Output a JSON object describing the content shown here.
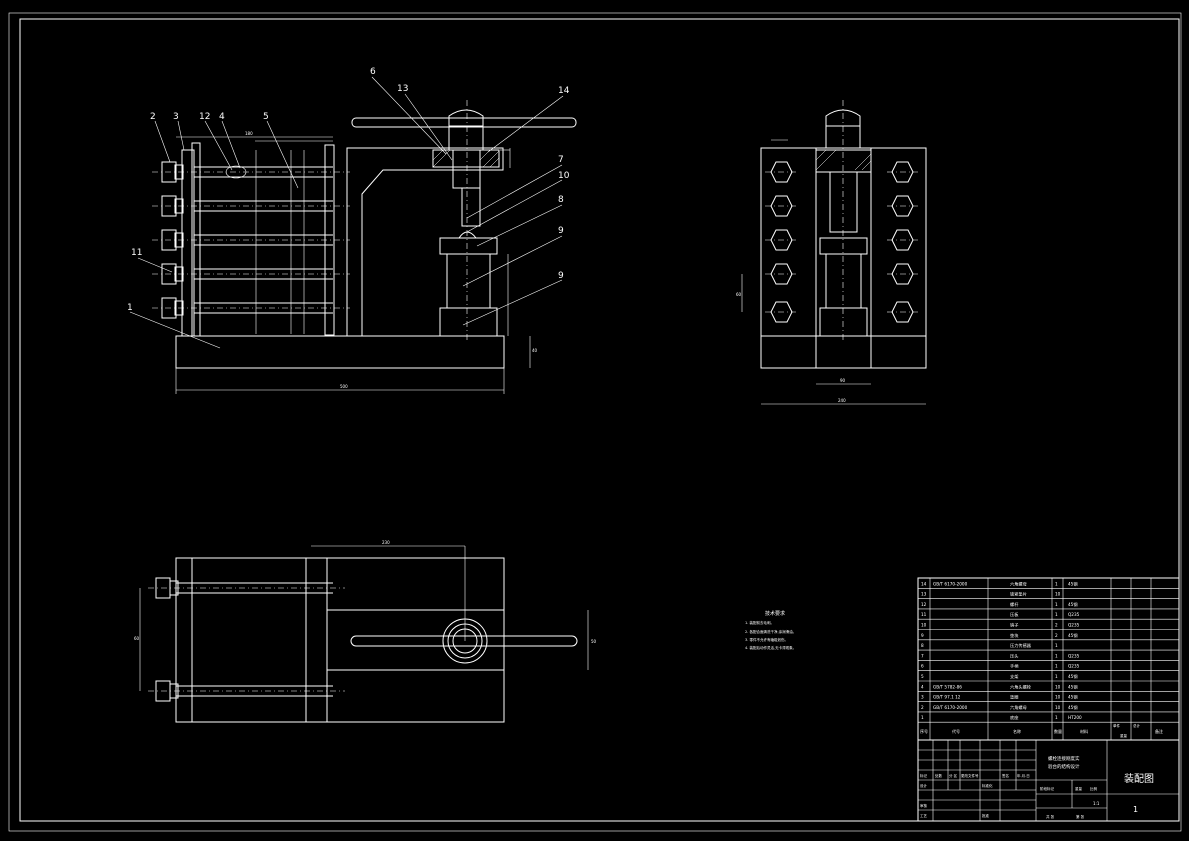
{
  "drawing": {
    "title": "装配图",
    "sheet_number": "1",
    "scale": "1:1"
  },
  "balloons": [
    "1",
    "2",
    "3",
    "4",
    "5",
    "6",
    "7",
    "8",
    "9",
    "9",
    "10",
    "11",
    "12",
    "13",
    "14"
  ],
  "technical_requirements": {
    "title": "技术要求",
    "lines": [
      "1. 装配前去毛刺。",
      "2. 各配合面清洗干净,涂润滑油。",
      "3. 零件不允许有磕碰划伤。",
      "4. 装配后动作灵活,无卡滞现象。"
    ]
  },
  "bom": {
    "header": [
      "序号",
      "代号",
      "名称",
      "数量",
      "材料",
      "单件",
      "总计",
      "备注"
    ],
    "header_sub": "重量",
    "rows": [
      {
        "no": "14",
        "code": "GB/T 6170-2000",
        "name": "六角螺母",
        "qty": "1",
        "material": "45钢"
      },
      {
        "no": "13",
        "code": "",
        "name": "锁紧垫片",
        "qty": "10",
        "material": ""
      },
      {
        "no": "12",
        "code": "",
        "name": "螺杆",
        "qty": "1",
        "material": "45钢"
      },
      {
        "no": "11",
        "code": "",
        "name": "压板",
        "qty": "1",
        "material": "Q235"
      },
      {
        "no": "10",
        "code": "",
        "name": "销子",
        "qty": "2",
        "material": "Q235"
      },
      {
        "no": "9",
        "code": "",
        "name": "垫块",
        "qty": "2",
        "material": "45钢"
      },
      {
        "no": "8",
        "code": "",
        "name": "压力传感器",
        "qty": "1",
        "material": ""
      },
      {
        "no": "7",
        "code": "",
        "name": "压头",
        "qty": "1",
        "material": "Q235"
      },
      {
        "no": "6",
        "code": "",
        "name": "手柄",
        "qty": "1",
        "material": "Q235"
      },
      {
        "no": "5",
        "code": "",
        "name": "支架",
        "qty": "1",
        "material": "45钢"
      },
      {
        "no": "4",
        "code": "GB/T 5782-86",
        "name": "六角头螺栓",
        "qty": "10",
        "material": "45钢"
      },
      {
        "no": "3",
        "code": "GB/T 97.1 12",
        "name": "垫圈",
        "qty": "10",
        "material": "45钢"
      },
      {
        "no": "2",
        "code": "GB/T 6170-2000",
        "name": "六角螺母",
        "qty": "10",
        "material": "45钢"
      },
      {
        "no": "1",
        "code": "",
        "name": "底座",
        "qty": "1",
        "material": "HT200"
      }
    ]
  },
  "title_block": {
    "product_name_1": "螺栓连接刚度实",
    "product_name_2": "验台的结构设计",
    "labels": {
      "mark": "标记",
      "count": "处数",
      "zone": "分 区",
      "change_doc": "更改文件号",
      "sign": "签名",
      "date": "年.月.日",
      "design": "设计",
      "standardize": "标准化",
      "stage_mark": "阶段标记",
      "weight": "重量",
      "scale": "比例",
      "review": "审核",
      "process": "工艺",
      "approve": "批准",
      "total": "共 张",
      "page": "第 张"
    }
  },
  "dimensions": {
    "base_length": "500",
    "base_height": "40",
    "side_width": "240",
    "cavity_width": "90",
    "bolt_pitch": "60",
    "plan_span": "230",
    "slot_width": "50",
    "head_width": "60",
    "bracket_span": "180"
  }
}
